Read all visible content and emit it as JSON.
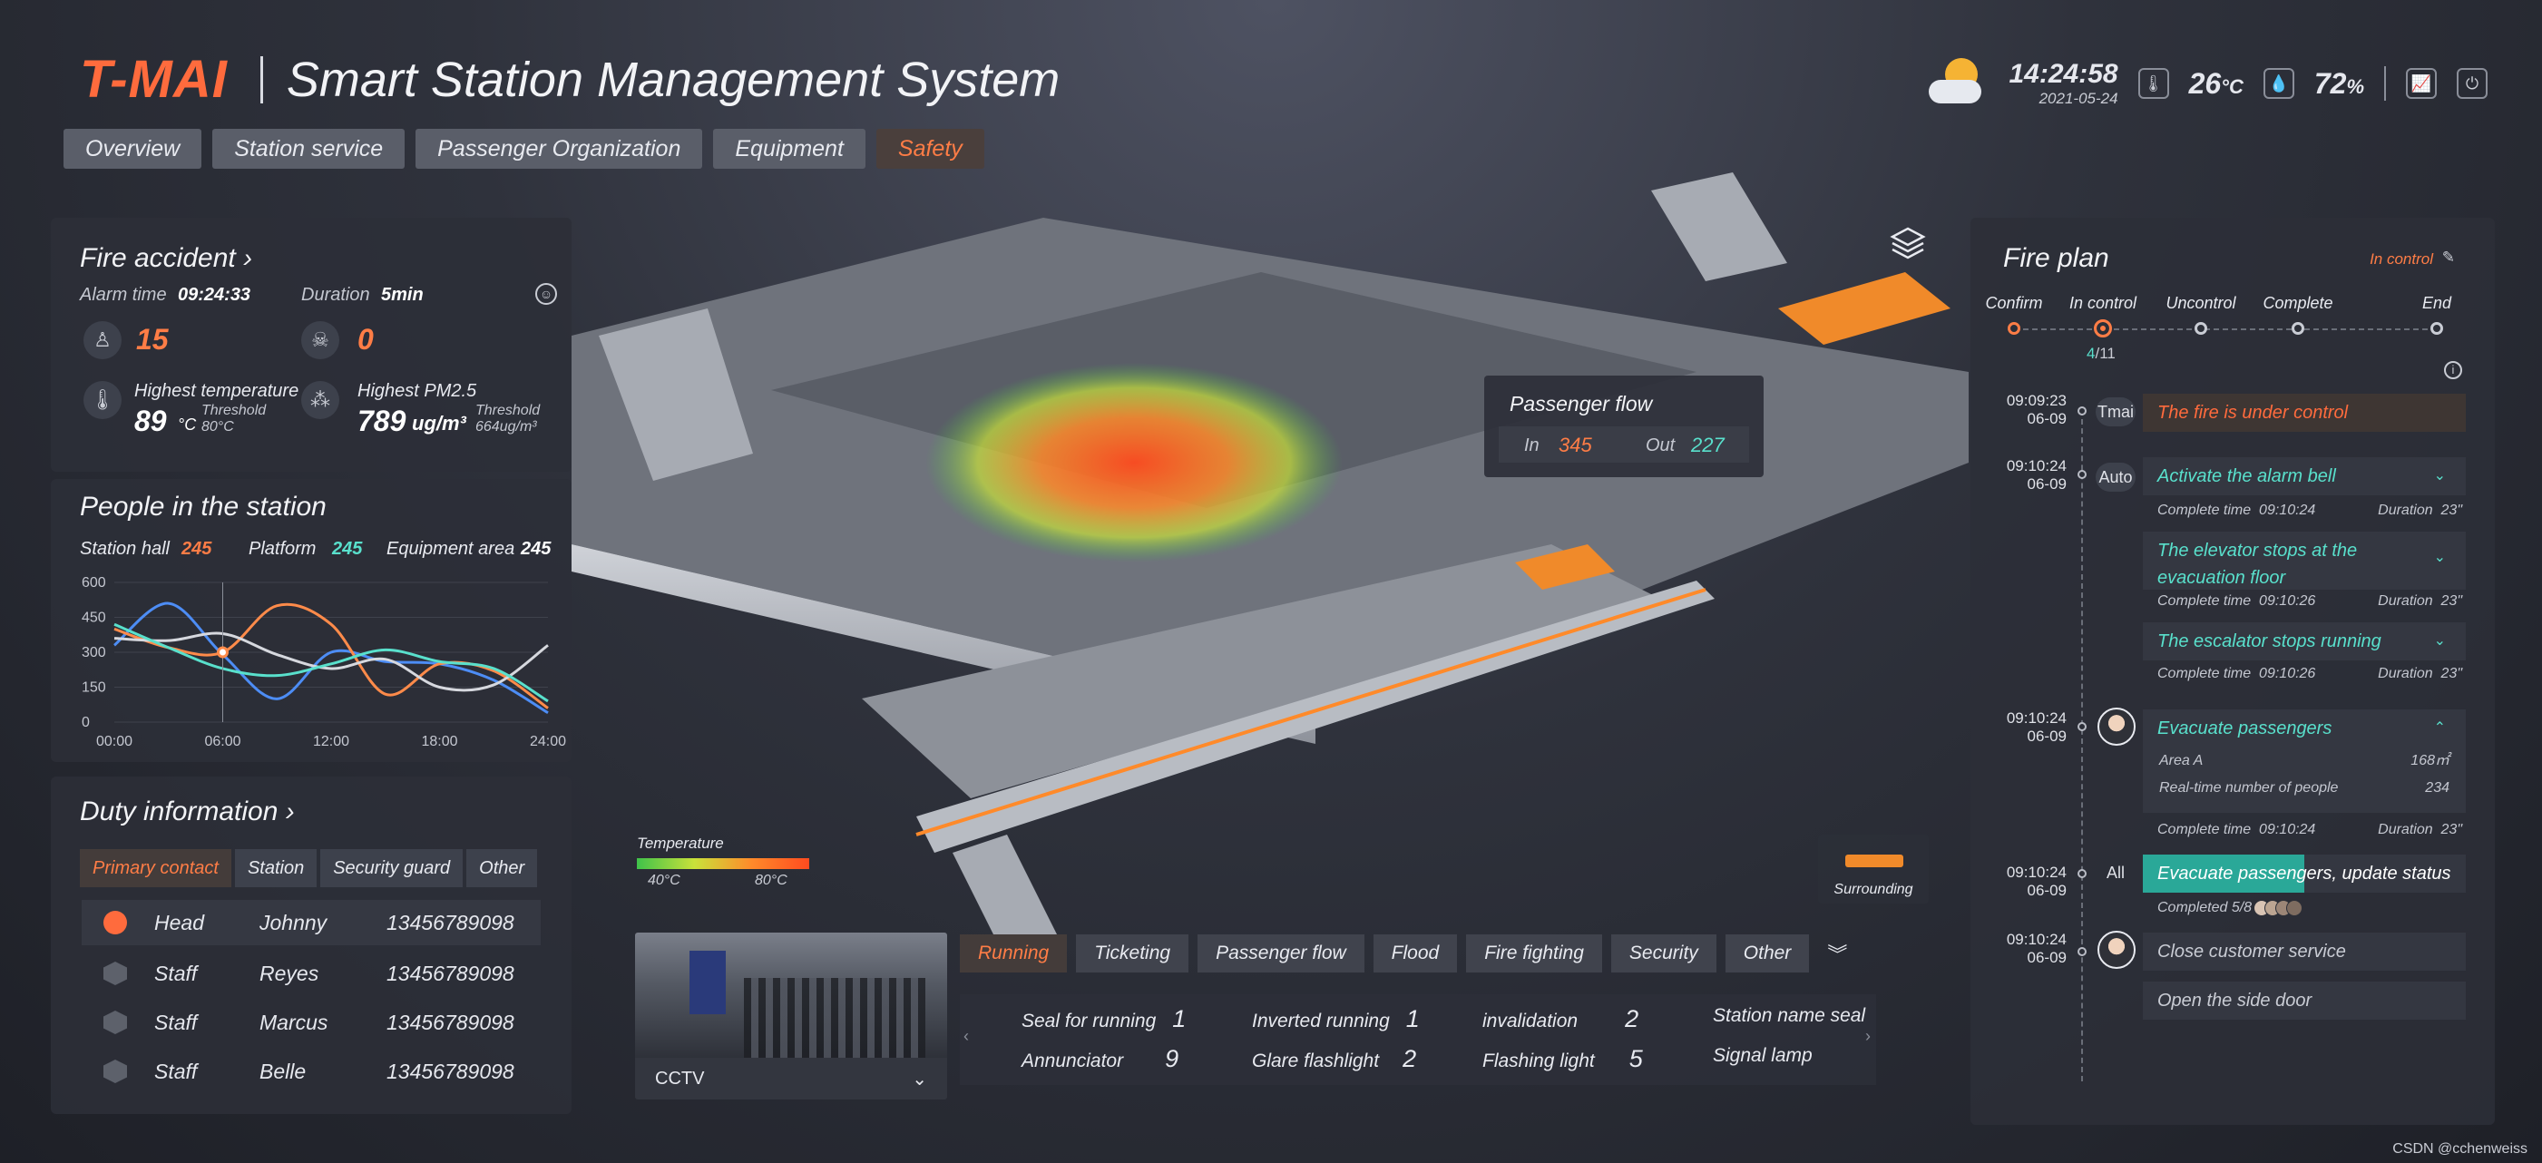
{
  "header": {
    "brand": "T-MAI",
    "title": "Smart Station Management System",
    "time": "14:24:58",
    "date": "2021-05-24",
    "temperature": "26",
    "temperature_unit": "°C",
    "humidity": "72",
    "humidity_unit": "%"
  },
  "nav": {
    "tabs": [
      {
        "label": "Overview"
      },
      {
        "label": "Station service"
      },
      {
        "label": "Passenger Organization"
      },
      {
        "label": "Equipment"
      },
      {
        "label": "Safety"
      }
    ],
    "active": "Safety"
  },
  "fire_accident": {
    "title": "Fire accident",
    "alarm_time_label": "Alarm time",
    "alarm_time": "09:24:33",
    "duration_label": "Duration",
    "duration": "5min",
    "people_count": "15",
    "casualties": "0",
    "temp_label": "Highest temperature",
    "temp_value": "89",
    "temp_unit": "°C",
    "temp_threshold_label": "Threshold",
    "temp_threshold": "80°C",
    "pm_label": "Highest PM2.5",
    "pm_value": "789",
    "pm_unit": "ug/m³",
    "pm_threshold_label": "Threshold",
    "pm_threshold": "664ug/m³"
  },
  "people": {
    "title": "People in the station",
    "hall_label": "Station hall",
    "hall": "245",
    "platform_label": "Platform",
    "platform": "245",
    "equipment_label": "Equipment area",
    "equipment": "245"
  },
  "chart_data": {
    "type": "line",
    "x": [
      "00:00",
      "03:00",
      "06:00",
      "09:00",
      "12:00",
      "15:00",
      "18:00",
      "21:00",
      "24:00"
    ],
    "ylim": [
      0,
      600
    ],
    "yticks": [
      0,
      150,
      300,
      450,
      600
    ],
    "xticks": [
      "00:00",
      "06:00",
      "12:00",
      "18:00",
      "24:00"
    ],
    "series": [
      {
        "color": "#4d8df5",
        "values": [
          330,
          510,
          290,
          100,
          300,
          260,
          250,
          180,
          40
        ]
      },
      {
        "color": "#ff8b4a",
        "values": [
          400,
          320,
          300,
          500,
          420,
          120,
          250,
          220,
          60
        ]
      },
      {
        "color": "#d6d8de",
        "values": [
          360,
          350,
          380,
          290,
          230,
          270,
          150,
          160,
          330
        ]
      },
      {
        "color": "#59e0cc",
        "values": [
          420,
          320,
          230,
          200,
          250,
          310,
          260,
          230,
          90
        ]
      }
    ],
    "highlight": {
      "x": "06:00",
      "series": 1
    }
  },
  "duty": {
    "title": "Duty information",
    "tabs": [
      "Primary contact",
      "Station",
      "Security guard",
      "Other"
    ],
    "rows": [
      {
        "role": "Head",
        "name": "Johnny",
        "phone": "13456789098"
      },
      {
        "role": "Staff",
        "name": "Reyes",
        "phone": "13456789098"
      },
      {
        "role": "Staff",
        "name": "Marcus",
        "phone": "13456789098"
      },
      {
        "role": "Staff",
        "name": "Belle",
        "phone": "13456789098"
      }
    ]
  },
  "scene": {
    "passenger_flow_title": "Passenger flow",
    "in_label": "In",
    "in": "345",
    "out_label": "Out",
    "out": "227",
    "temp_legend_label": "Temperature",
    "temp_min": "40°C",
    "temp_max": "80°C",
    "surrounding": "Surrounding"
  },
  "cctv": {
    "label": "CCTV"
  },
  "equipment": {
    "tabs": [
      "Running",
      "Ticketing",
      "Passenger flow",
      "Flood",
      "Fire fighting",
      "Security",
      "Other"
    ],
    "items": [
      {
        "label": "Seal for running",
        "value": "1"
      },
      {
        "label": "Inverted running",
        "value": "1"
      },
      {
        "label": "invalidation",
        "value": "2"
      },
      {
        "label": "Station name seal",
        "value": ""
      },
      {
        "label": "Annunciator",
        "value": "9"
      },
      {
        "label": "Glare flashlight",
        "value": "2"
      },
      {
        "label": "Flashing light",
        "value": "5"
      },
      {
        "label": "Signal lamp",
        "value": ""
      }
    ]
  },
  "fire_plan": {
    "title": "Fire plan",
    "status": "In control",
    "steps": [
      "Confirm",
      "In control",
      "Uncontrol",
      "Complete",
      "End"
    ],
    "progress_current": "4",
    "progress_total": "/11",
    "timeline": [
      {
        "time": "09:09:23",
        "date": "06-09",
        "source": "Tmai",
        "text": "The fire is under control"
      },
      {
        "time": "09:10:24",
        "date": "06-09",
        "source": "Auto",
        "text": "Activate the alarm bell",
        "complete_label": "Complete time",
        "complete": "09:10:24",
        "duration_label": "Duration",
        "duration": "23\""
      },
      {
        "text": "The elevator stops at the evacuation floor",
        "complete_label": "Complete time",
        "complete": "09:10:26",
        "duration_label": "Duration",
        "duration": "23\""
      },
      {
        "text": "The escalator stops running",
        "complete_label": "Complete time",
        "complete": "09:10:26",
        "duration_label": "Duration",
        "duration": "23\""
      },
      {
        "time": "09:10:24",
        "date": "06-09",
        "text": "Evacuate passengers",
        "area_label": "Area A",
        "area": "168㎡",
        "people_label": "Real-time number of people",
        "people": "234",
        "complete_label": "Complete time",
        "complete": "09:10:24",
        "duration_label": "Duration",
        "duration": "23\""
      },
      {
        "time": "09:10:24",
        "date": "06-09",
        "source": "All",
        "text": "Evacuate passengers, update status",
        "completed": "Completed 5/8",
        "progress": 0.5
      },
      {
        "time": "09:10:24",
        "date": "06-09",
        "text": "Close customer service"
      },
      {
        "text": "Open the side door"
      }
    ]
  },
  "watermark": "CSDN @cchenweiss"
}
